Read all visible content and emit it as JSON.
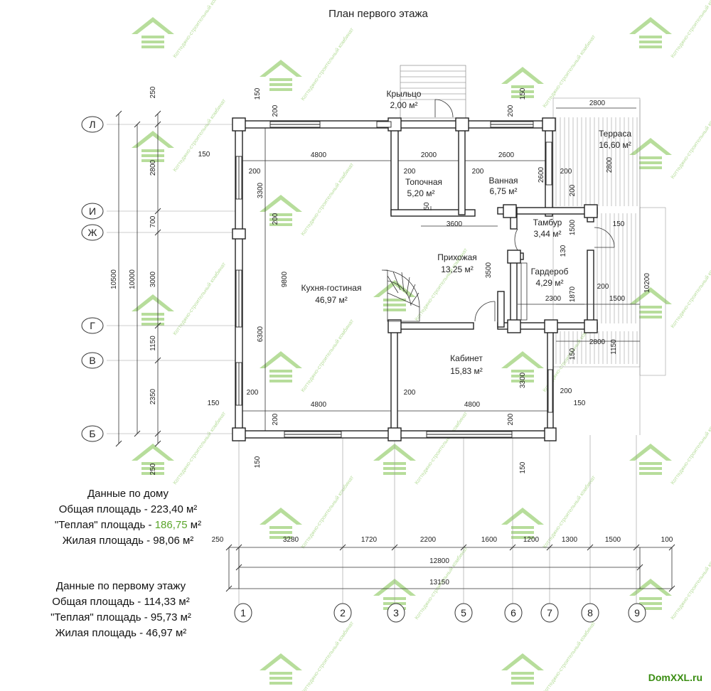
{
  "title": "План первого этажа",
  "rooms": {
    "porch": {
      "name": "Крыльцо",
      "area": "2,00 м²"
    },
    "boiler": {
      "name": "Топочная",
      "area": "5,20 м²"
    },
    "bath": {
      "name": "Ванная",
      "area": "6,75 м²"
    },
    "terrace": {
      "name": "Терраса",
      "area": "16,60 м²"
    },
    "vestibule": {
      "name": "Тамбур",
      "area": "3,44 м²"
    },
    "hall": {
      "name": "Прихожая",
      "area": "13,25 м²"
    },
    "wardrobe": {
      "name": "Гардероб",
      "area": "4,29 м²"
    },
    "kitchen": {
      "name": "Кухня-гостиная",
      "area": "46,97 м²"
    },
    "office": {
      "name": "Кабинет",
      "area": "15,83 м²"
    }
  },
  "axes_rows": [
    "Л",
    "И",
    "Ж",
    "Г",
    "В",
    "Б"
  ],
  "axes_cols": [
    "1",
    "2",
    "3",
    "5",
    "6",
    "7",
    "8",
    "9"
  ],
  "dims": {
    "left_outer": "10500",
    "left_mid": "10000",
    "left_parts": [
      "250",
      "2800",
      "700",
      "3000",
      "1150",
      "2350",
      "250"
    ],
    "inner_left": [
      "3300",
      "9800",
      "6300"
    ],
    "bottom_parts": [
      "250",
      "3280",
      "1720",
      "2200",
      "1600",
      "1200",
      "1300",
      "1500",
      "100"
    ],
    "bottom_total_1": "12800",
    "bottom_total_2": "13150",
    "top_room": [
      "4800",
      "2000",
      "2600",
      "2800"
    ],
    "bottom_room": [
      "4800",
      "4800",
      "2800"
    ],
    "misc": [
      "150",
      "200",
      "3600",
      "3500",
      "2600",
      "2300",
      "1870",
      "1500",
      "130",
      "1150",
      "3300",
      "2800",
      "10200",
      "50"
    ]
  },
  "house_info": {
    "title": "Данные по дому",
    "total_prefix": "Общая площадь - ",
    "total_value": "223,40 м²",
    "warm_prefix": "\"Теплая\" площадь - ",
    "warm_value": "186,75",
    "warm_unit": " м²",
    "living": "Жилая площадь - 98,06 м²"
  },
  "floor_info": {
    "title": "Данные по первому этажу",
    "total": "Общая площадь - 114,33 м²",
    "warm": "\"Теплая\" площадь - 95,73 м²",
    "living": "Жилая площадь - 46,97 м²"
  },
  "watermark": {
    "text": "Коттеджно-строительный комбинат"
  },
  "site": "DomXXL.ru",
  "colors": {
    "accent": "#5aa52a",
    "watermark": "#7cc24a"
  }
}
